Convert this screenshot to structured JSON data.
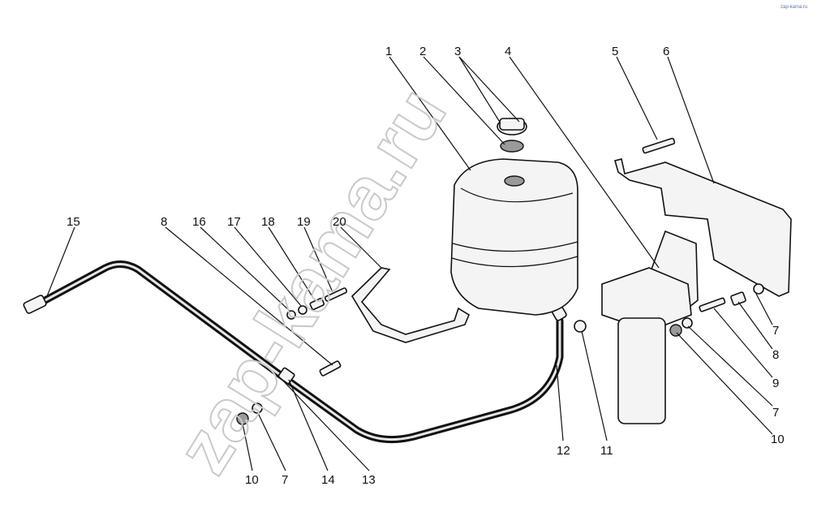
{
  "watermark": "zap-kama.ru",
  "corner_logo": "zap-kama.ru",
  "callouts": [
    {
      "id": "c1",
      "text": "1"
    },
    {
      "id": "c2",
      "text": "2"
    },
    {
      "id": "c3",
      "text": "3"
    },
    {
      "id": "c4",
      "text": "4"
    },
    {
      "id": "c5",
      "text": "5"
    },
    {
      "id": "c6",
      "text": "6"
    },
    {
      "id": "c15",
      "text": "15"
    },
    {
      "id": "c8a",
      "text": "8"
    },
    {
      "id": "c16",
      "text": "16"
    },
    {
      "id": "c17",
      "text": "17"
    },
    {
      "id": "c18",
      "text": "18"
    },
    {
      "id": "c19",
      "text": "19"
    },
    {
      "id": "c20",
      "text": "20"
    },
    {
      "id": "c7a",
      "text": "7"
    },
    {
      "id": "c8b",
      "text": "8"
    },
    {
      "id": "c9",
      "text": "9"
    },
    {
      "id": "c7b",
      "text": "7"
    },
    {
      "id": "c10a",
      "text": "10"
    },
    {
      "id": "c12",
      "text": "12"
    },
    {
      "id": "c11",
      "text": "11"
    },
    {
      "id": "c10b",
      "text": "10"
    },
    {
      "id": "c7c",
      "text": "7"
    },
    {
      "id": "c14",
      "text": "14"
    },
    {
      "id": "c13",
      "text": "13"
    }
  ]
}
